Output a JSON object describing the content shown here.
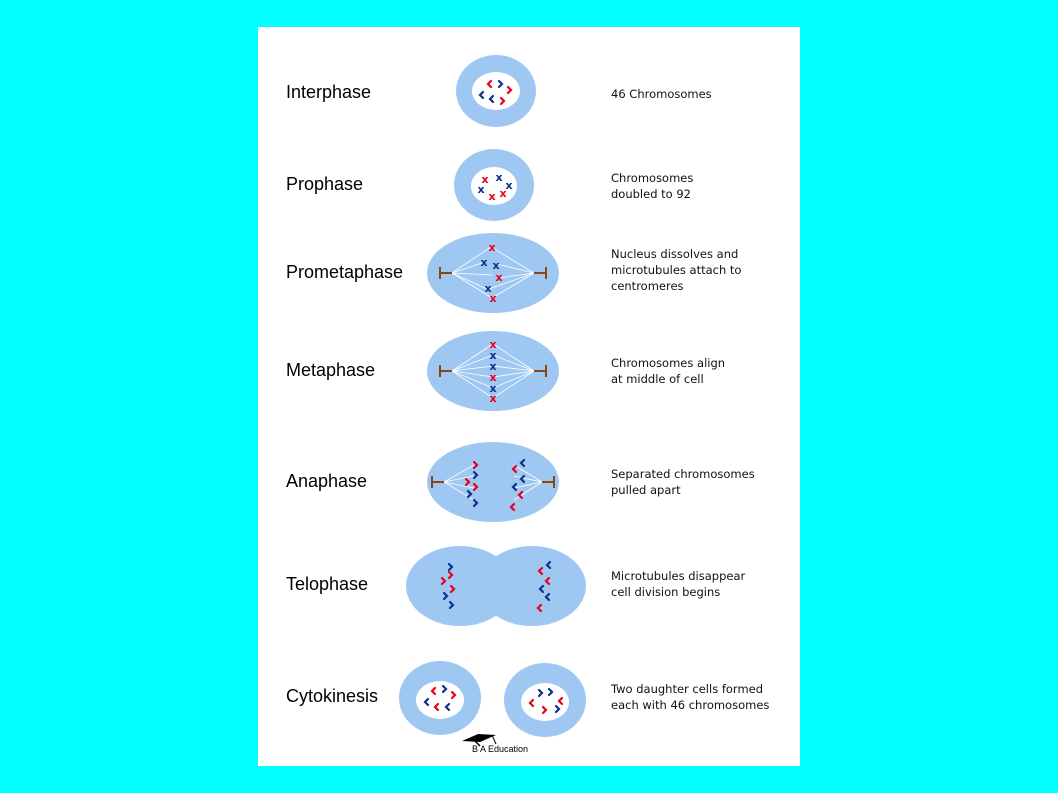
{
  "page": {
    "background": "#00ffff",
    "panel_background": "#ffffff"
  },
  "colors": {
    "cell": "#9ec8f2",
    "nucleus": "#ffffff",
    "red": "#e8001c",
    "blue": "#10308c",
    "pole": "#8b4513"
  },
  "stages": [
    {
      "name": "Interphase",
      "desc": [
        "46 Chromosomes"
      ]
    },
    {
      "name": "Prophase",
      "desc": [
        "Chromosomes",
        "doubled to 92"
      ]
    },
    {
      "name": "Prometaphase",
      "desc": [
        "Nucleus dissolves and",
        "microtubules attach to",
        "centromeres"
      ]
    },
    {
      "name": "Metaphase",
      "desc": [
        "Chromosomes align",
        "at middle of cell"
      ]
    },
    {
      "name": "Anaphase",
      "desc": [
        "Separated chromosomes",
        "pulled apart"
      ]
    },
    {
      "name": "Telophase",
      "desc": [
        "Microtubules disappear",
        "cell division begins"
      ]
    },
    {
      "name": "Cytokinesis",
      "desc": [
        "Two daughter cells formed",
        "each with 46 chromosomes"
      ]
    }
  ],
  "logo": {
    "text": "B A Education",
    "icon": "graduation-cap-icon"
  }
}
